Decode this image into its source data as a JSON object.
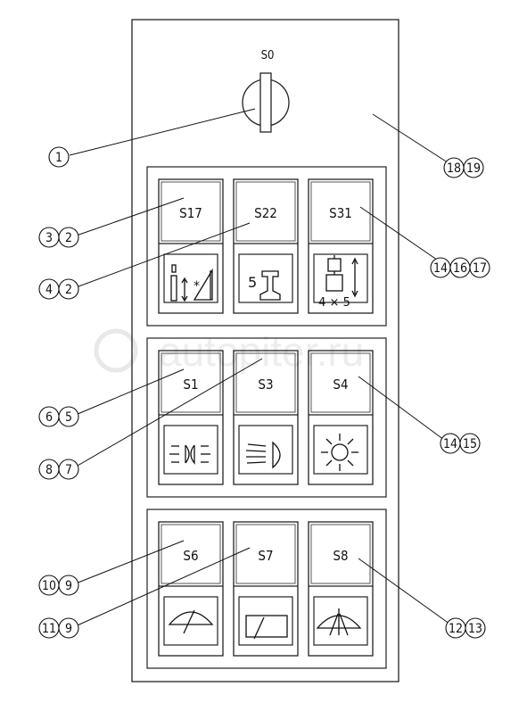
{
  "watermark": "autopiter.ru",
  "switch_label": "S0",
  "switches": [
    {
      "label": "S17"
    },
    {
      "label": "S22"
    },
    {
      "label": "S31"
    },
    {
      "label": "S1"
    },
    {
      "label": "S3"
    },
    {
      "label": "S4"
    },
    {
      "label": "S6"
    },
    {
      "label": "S7"
    },
    {
      "label": "S8"
    }
  ],
  "icon_text": {
    "s22_digit": "5",
    "s31_text": "4 × 5",
    "s17_star": "*"
  },
  "callouts": [
    {
      "left": "1",
      "right": ""
    },
    {
      "left": "3",
      "right": "2"
    },
    {
      "left": "4",
      "right": "2"
    },
    {
      "left": "6",
      "right": "5"
    },
    {
      "left": "8",
      "right": "7"
    },
    {
      "left": "10",
      "right": "9"
    },
    {
      "left": "11",
      "right": "9"
    },
    {
      "left": "18",
      "right": "19"
    },
    {
      "left": "14",
      "middle": "16",
      "right": "17"
    },
    {
      "left": "14",
      "right": "15"
    },
    {
      "left": "12",
      "right": "13"
    }
  ]
}
